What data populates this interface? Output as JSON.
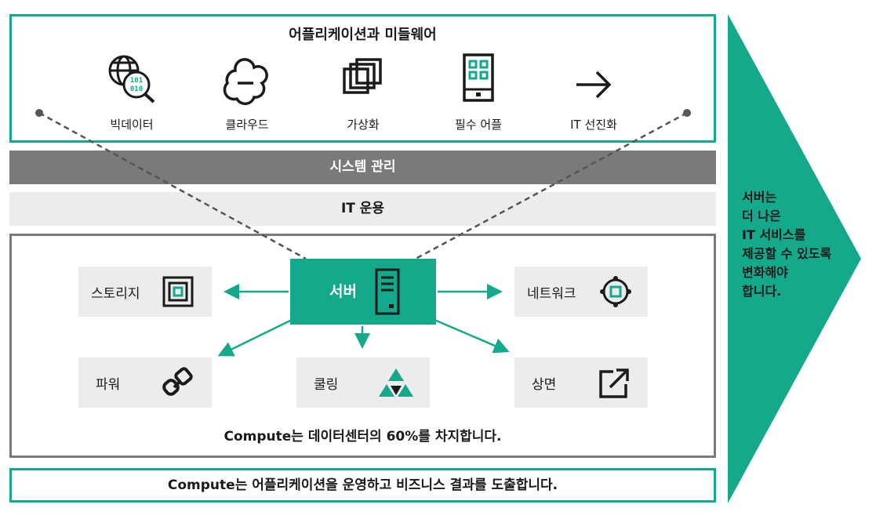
{
  "apps": {
    "title": "어플리케이션과 미들웨어",
    "items": [
      {
        "label": "빅데이터",
        "icon": "globe-binary-magnifier-icon"
      },
      {
        "label": "클라우드",
        "icon": "cloud-icon"
      },
      {
        "label": "가상화",
        "icon": "overlapping-squares-icon"
      },
      {
        "label": "필수 어플",
        "icon": "mobile-app-icon"
      },
      {
        "label": "IT 선진화",
        "icon": "arrow-right-icon"
      }
    ],
    "binary_top": "101",
    "binary_bottom": "010"
  },
  "management": {
    "label": "시스템 관리"
  },
  "operations": {
    "label": "IT 운용"
  },
  "compute": {
    "server": {
      "label": "서버",
      "icon": "server-tower-icon"
    },
    "components": [
      {
        "label": "스토리지",
        "icon": "storage-square-icon"
      },
      {
        "label": "네트워크",
        "icon": "network-target-icon"
      },
      {
        "label": "파워",
        "icon": "power-plug-icon"
      },
      {
        "label": "쿨링",
        "icon": "cooling-triangles-icon"
      },
      {
        "label": "상면",
        "icon": "external-box-arrow-icon"
      }
    ],
    "note": "Compute는 데이터센터의 60%를 차지합니다."
  },
  "bottom_note": "Compute는 어플리케이션을 운영하고 비즈니스 결과를 도출합니다.",
  "arrow_text": [
    "서버는",
    "더 나은",
    "IT 서비스를",
    "제공할 수 있도록",
    "변화해야",
    "합니다."
  ],
  "colors": {
    "accent": "#13a98a",
    "gray_bar": "#7a7a7b",
    "light_bar": "#ececec"
  }
}
